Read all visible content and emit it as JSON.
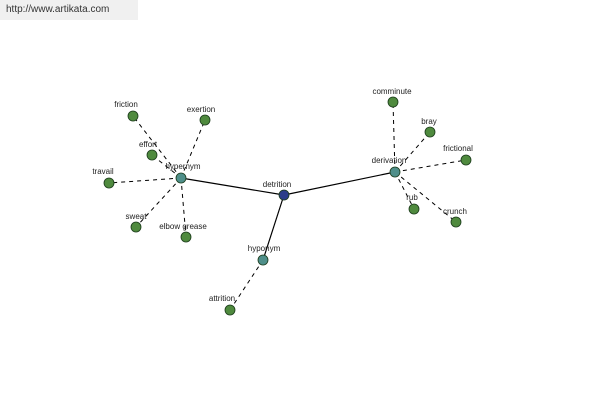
{
  "header": {
    "url_text": "http://www.artikata.com"
  },
  "colors": {
    "root": "#2c3e8a",
    "category": "#4f8f8a",
    "leaf": "#4f8a3e"
  },
  "graph": {
    "nodes": [
      {
        "id": "detrition",
        "label": "detrition",
        "kind": "root"
      },
      {
        "id": "hypernym",
        "label": "hypernym",
        "kind": "category"
      },
      {
        "id": "derivation",
        "label": "derivation",
        "kind": "category"
      },
      {
        "id": "hyponym",
        "label": "hyponym",
        "kind": "category"
      },
      {
        "id": "friction",
        "label": "friction",
        "kind": "leaf"
      },
      {
        "id": "exertion",
        "label": "exertion",
        "kind": "leaf"
      },
      {
        "id": "effort",
        "label": "effort",
        "kind": "leaf"
      },
      {
        "id": "travail",
        "label": "travail",
        "kind": "leaf"
      },
      {
        "id": "sweat",
        "label": "sweat",
        "kind": "leaf"
      },
      {
        "id": "elbow-grease",
        "label": "elbow grease",
        "kind": "leaf"
      },
      {
        "id": "comminute",
        "label": "comminute",
        "kind": "leaf"
      },
      {
        "id": "bray",
        "label": "bray",
        "kind": "leaf"
      },
      {
        "id": "frictional",
        "label": "frictional",
        "kind": "leaf"
      },
      {
        "id": "rub",
        "label": "rub",
        "kind": "leaf"
      },
      {
        "id": "crunch",
        "label": "crunch",
        "kind": "leaf"
      },
      {
        "id": "attrition",
        "label": "attrition",
        "kind": "leaf"
      }
    ],
    "edges": [
      {
        "from": "detrition",
        "to": "hypernym",
        "style": "solid"
      },
      {
        "from": "detrition",
        "to": "derivation",
        "style": "solid"
      },
      {
        "from": "detrition",
        "to": "hyponym",
        "style": "solid"
      },
      {
        "from": "hypernym",
        "to": "friction",
        "style": "dashed"
      },
      {
        "from": "hypernym",
        "to": "exertion",
        "style": "dashed"
      },
      {
        "from": "hypernym",
        "to": "effort",
        "style": "dashed"
      },
      {
        "from": "hypernym",
        "to": "travail",
        "style": "dashed"
      },
      {
        "from": "hypernym",
        "to": "sweat",
        "style": "dashed"
      },
      {
        "from": "hypernym",
        "to": "elbow-grease",
        "style": "dashed"
      },
      {
        "from": "derivation",
        "to": "comminute",
        "style": "dashed"
      },
      {
        "from": "derivation",
        "to": "bray",
        "style": "dashed"
      },
      {
        "from": "derivation",
        "to": "frictional",
        "style": "dashed"
      },
      {
        "from": "derivation",
        "to": "rub",
        "style": "dashed"
      },
      {
        "from": "derivation",
        "to": "crunch",
        "style": "dashed"
      },
      {
        "from": "hyponym",
        "to": "attrition",
        "style": "dashed"
      }
    ]
  }
}
